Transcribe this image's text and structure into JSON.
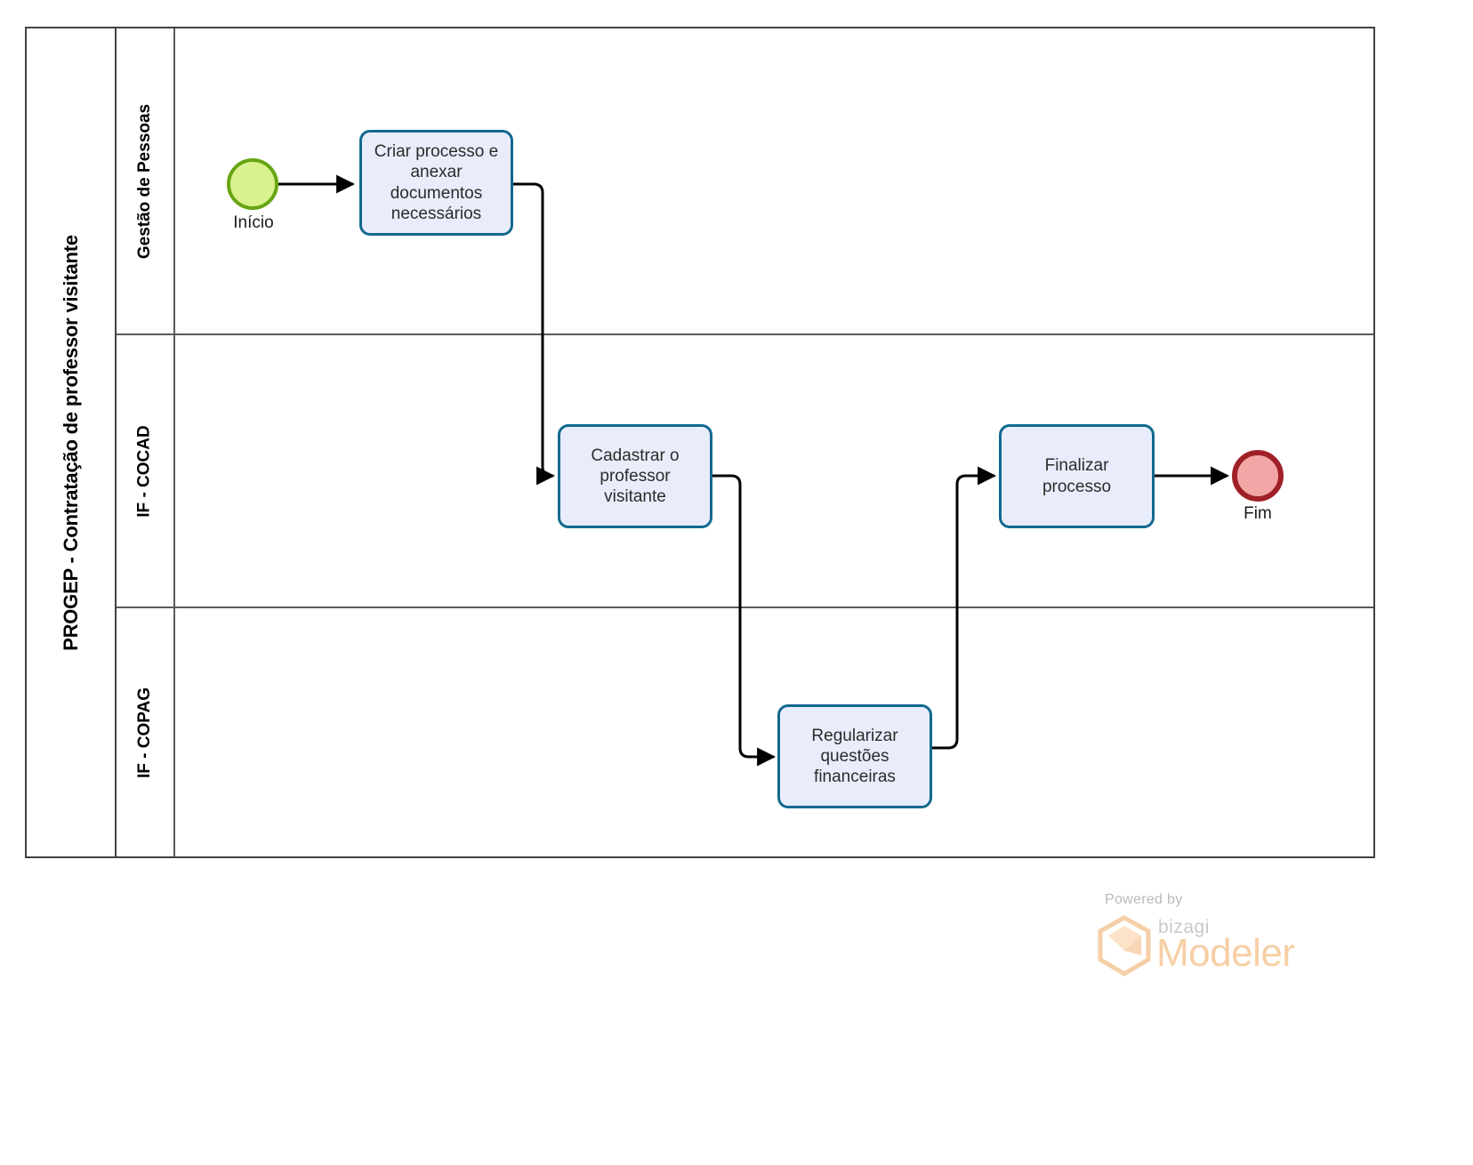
{
  "diagram": {
    "type": "bpmn-process-diagram",
    "pool_title": "PROGEP - Contratação de professor visitante",
    "lanes": [
      {
        "id": "lane-gestao-pessoas",
        "label": "Gestão de Pessoas"
      },
      {
        "id": "lane-if-cocad",
        "label": "IF - COCAD"
      },
      {
        "id": "lane-if-copag",
        "label": "IF - COPAG"
      }
    ],
    "events": [
      {
        "id": "start-event",
        "kind": "start",
        "label": "Início",
        "lane": "lane-gestao-pessoas",
        "fill": "#d9f28f",
        "stroke": "#66a513"
      },
      {
        "id": "end-event",
        "kind": "end",
        "label": "Fim",
        "lane": "lane-if-cocad",
        "fill": "#f2a6a6",
        "stroke": "#a02027"
      }
    ],
    "tasks": [
      {
        "id": "task-criar-processo",
        "label": "Criar processo e anexar documentos necessários",
        "lane": "lane-gestao-pessoas"
      },
      {
        "id": "task-cadastrar-professor",
        "label": "Cadastrar o professor visitante",
        "lane": "lane-if-cocad"
      },
      {
        "id": "task-finalizar-processo",
        "label": "Finalizar processo",
        "lane": "lane-if-cocad"
      },
      {
        "id": "task-regularizar-questoes",
        "label": "Regularizar questões financeiras",
        "lane": "lane-if-copag"
      }
    ],
    "flows": [
      {
        "id": "flow-start-to-criar",
        "from": "start-event",
        "to": "task-criar-processo"
      },
      {
        "id": "flow-criar-to-cadastrar",
        "from": "task-criar-processo",
        "to": "task-cadastrar-professor"
      },
      {
        "id": "flow-cadastrar-to-regularizar",
        "from": "task-cadastrar-professor",
        "to": "task-regularizar-questoes"
      },
      {
        "id": "flow-regularizar-to-finalizar",
        "from": "task-regularizar-questoes",
        "to": "task-finalizar-processo"
      },
      {
        "id": "flow-finalizar-to-end",
        "from": "task-finalizar-processo",
        "to": "end-event"
      }
    ],
    "colors": {
      "task_fill": "#e9edfb",
      "task_stroke": "#12698f",
      "pool_stroke": "#414141",
      "lane_stroke": "#5a5a5a",
      "flow_stroke": "#000000"
    }
  },
  "watermark": {
    "powered_by": "Powered by",
    "brand": "bizagi",
    "product": "Modeler"
  }
}
